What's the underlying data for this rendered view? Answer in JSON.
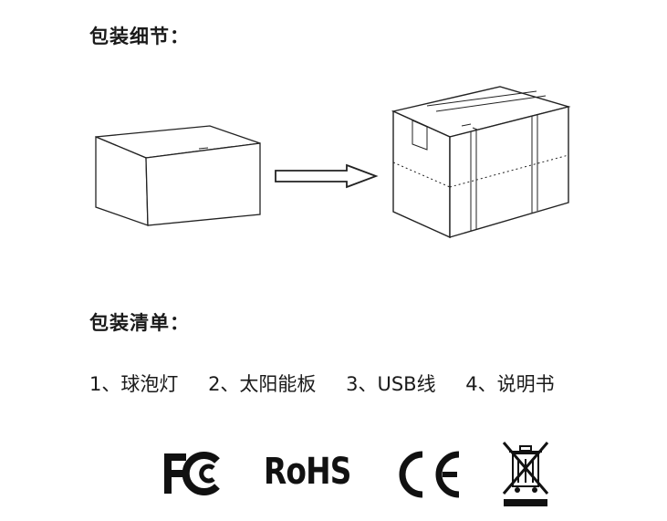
{
  "packaging": {
    "heading": "包装细节："
  },
  "contents": {
    "heading": "包装清单：",
    "items": [
      "1、球泡灯",
      "2、太阳能板",
      "3、USB线",
      "4、说明书"
    ]
  },
  "certifications": {
    "logos": [
      {
        "name": "fcc-logo",
        "text": "FC"
      },
      {
        "name": "rohs-logo",
        "text": "RoHS"
      },
      {
        "name": "ce-logo",
        "text": "CE"
      },
      {
        "name": "weee-logo",
        "icon": "crossed-out-bin-icon"
      }
    ]
  }
}
